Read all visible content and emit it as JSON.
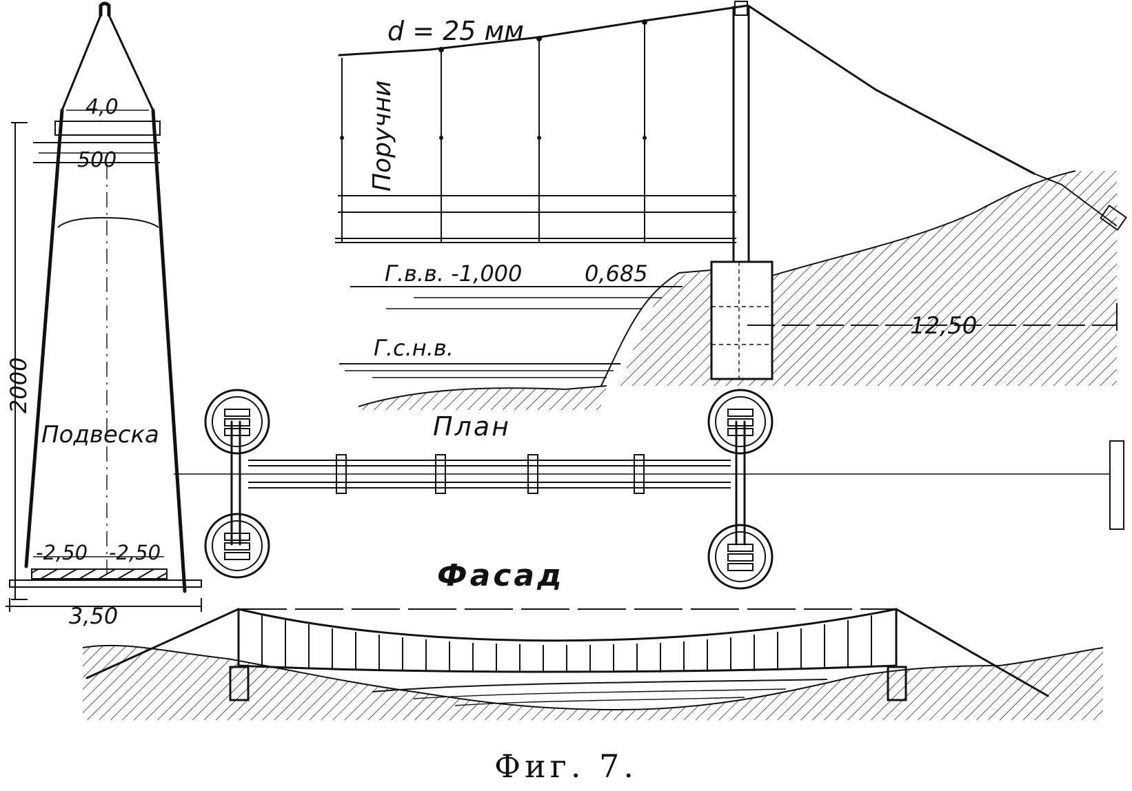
{
  "suspension_view": {
    "label": "Подвеска",
    "dim_top_width": "4,0",
    "dim_cross": "500",
    "dim_height": "2000",
    "dim_left_half": "-2,50",
    "dim_right_half": "-2,50",
    "dim_base": "3,50"
  },
  "railing_view": {
    "cable_label": "d = 25 мм",
    "railing_label": "Поручни",
    "high_water_label": "Г.в.в. -1,000",
    "high_water_value": "0,685",
    "low_water_label": "Г.с.н.в.",
    "span_dim": "12,50"
  },
  "plan_view": {
    "label": "План"
  },
  "facade_view": {
    "label": "Фасад"
  },
  "caption": "Фиг. 7."
}
